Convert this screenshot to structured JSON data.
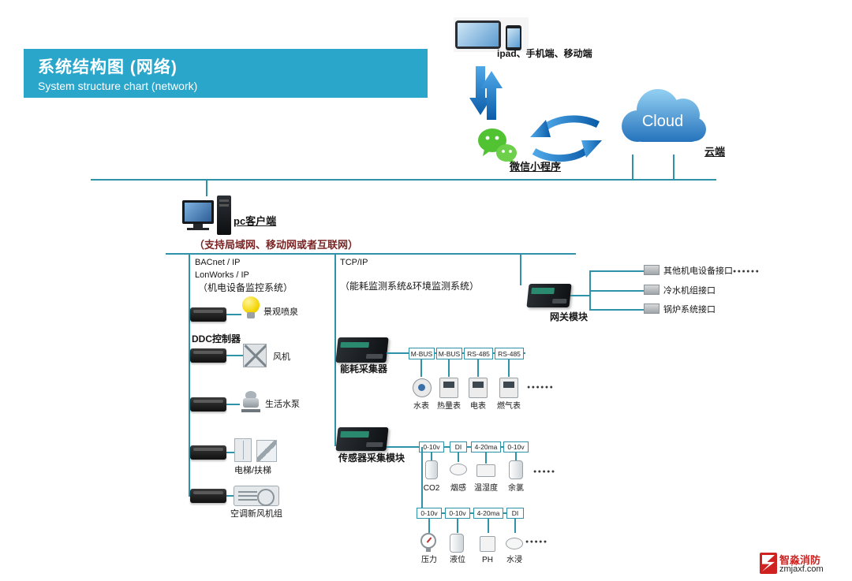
{
  "header": {
    "title": "系统结构图 (网络)",
    "subtitle": "System structure chart (network)"
  },
  "top": {
    "mobile_label": "ipad、手机端、移动端",
    "wechat_label": "微信小程序",
    "cloud_text": "Cloud",
    "cloud_label": "云端"
  },
  "pc": {
    "label": "pc客户端",
    "note": "（支持局域网、移动网或者互联网）"
  },
  "left_branch": {
    "protocol1": "BACnet / IP",
    "protocol2": "LonWorks / IP",
    "system_label": "（机电设备监控系统）",
    "ddc_label": "DDC控制器",
    "devices": [
      "景观喷泉",
      "风机",
      "生活水泵",
      "电梯/扶梯",
      "空调新风机组"
    ]
  },
  "middle_branch": {
    "protocol": "TCP/IP",
    "system_label": "（能耗监测系统&环境监测系统）",
    "energy_collector_label": "能耗采集器",
    "energy_buses": [
      "M-BUS",
      "M-BUS",
      "RS-485",
      "RS-485"
    ],
    "meters": [
      "水表",
      "热量表",
      "电表",
      "燃气表"
    ],
    "meters_more": "●●●●●●",
    "sensor_module_label": "传感器采集模块",
    "sensor_buses_1": [
      "0-10v",
      "DI",
      "4-20ma",
      "0-10v"
    ],
    "sensors_1": [
      "CO2",
      "烟感",
      "温湿度",
      "余氯"
    ],
    "sensors_1_more": "●●●●●",
    "sensor_buses_2": [
      "0-10v",
      "0-10v",
      "4-20ma",
      "DI"
    ],
    "sensors_2": [
      "压力",
      "液位",
      "PH",
      "水浸"
    ],
    "sensors_2_more": "●●●●●"
  },
  "right_branch": {
    "gateway_label": "网关模块",
    "interfaces": [
      "其他机电设备接口",
      "冷水机组接口",
      "锅炉系统接口"
    ],
    "interfaces_more": "●●●●●●"
  },
  "watermark": {
    "brand": "智淼消防",
    "site": "zmjaxf.com"
  },
  "colors": {
    "header_bg": "#2aa6cb",
    "line_teal": "#2e93a8",
    "wechat_green": "#51c332",
    "cloud_blue": "#2277c4",
    "arrow_blue": "#1d7cc9",
    "note_red": "#7a2626",
    "watermark_red": "#cf2220"
  }
}
